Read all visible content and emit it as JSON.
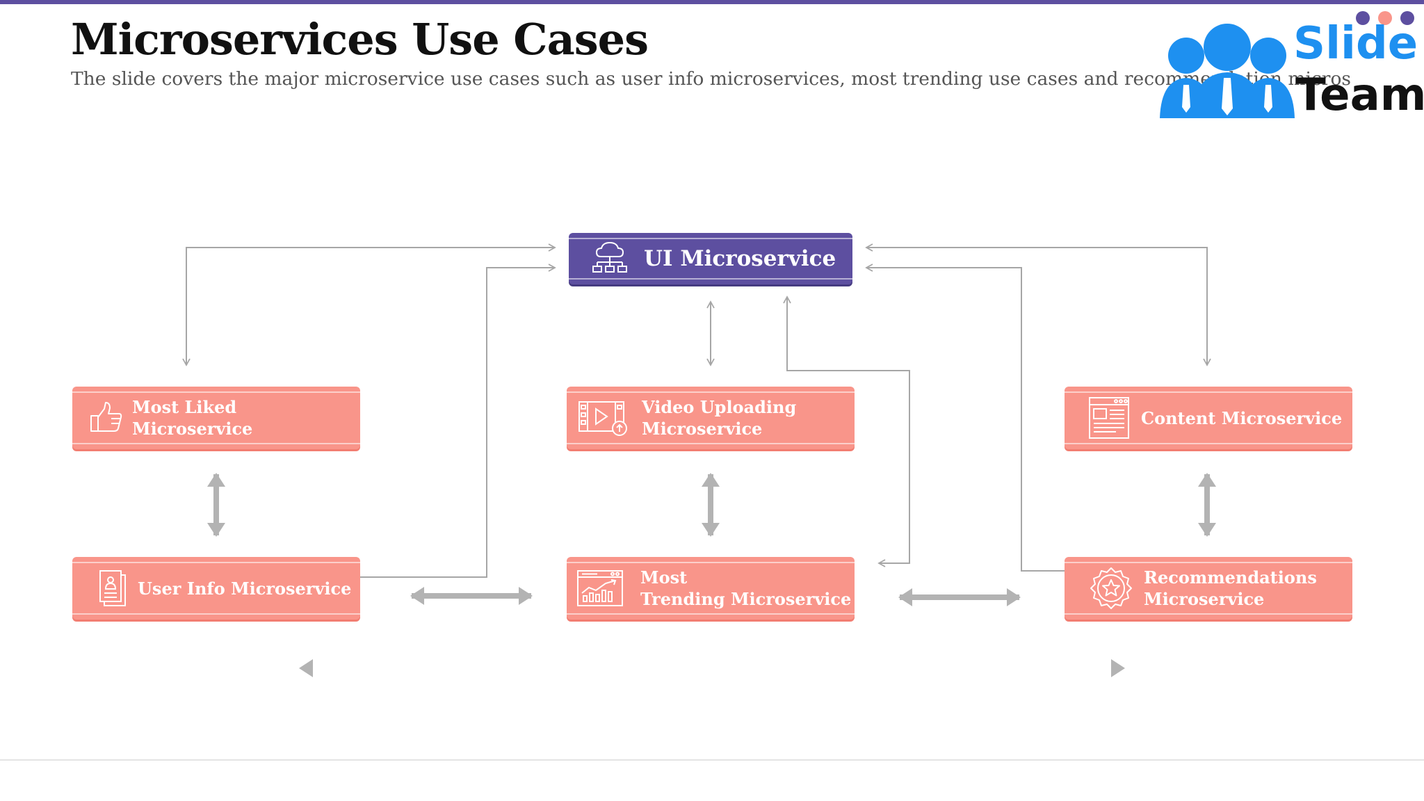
{
  "slide": {
    "title": "Microservices Use Cases",
    "subtitle": "The slide covers the major microservice use cases such as user info microservices, most trending use cases and recommendation microservices"
  },
  "logo": {
    "word1": "Slide",
    "word2": "Team",
    "dot_colors": [
      "#5d4fa0",
      "#f9958a",
      "#5d4fa0"
    ]
  },
  "colors": {
    "accent_purple": "#5d4fa0",
    "node_coral": "#f9958a",
    "connector_gray": "#a6a6a6",
    "logo_blue": "#1e90f0"
  },
  "nodes": {
    "ui": {
      "label": "UI Microservice",
      "icon": "cloud-network-icon"
    },
    "most_liked": {
      "label": "Most Liked Microservice",
      "icon": "thumbs-up-icon"
    },
    "video_uploading": {
      "label_line1": "Video Uploading",
      "label_line2": "Microservice",
      "icon": "video-upload-icon"
    },
    "content": {
      "label": "Content Microservice",
      "icon": "content-page-icon"
    },
    "user_info": {
      "label": "User Info Microservice",
      "icon": "user-document-icon"
    },
    "most_trending": {
      "label_line1": "Most",
      "label_line2": "Trending Microservice",
      "icon": "trending-chart-icon"
    },
    "recommendations": {
      "label_line1": "Recommendations",
      "label_line2": "Microservice",
      "icon": "star-badge-icon"
    }
  }
}
